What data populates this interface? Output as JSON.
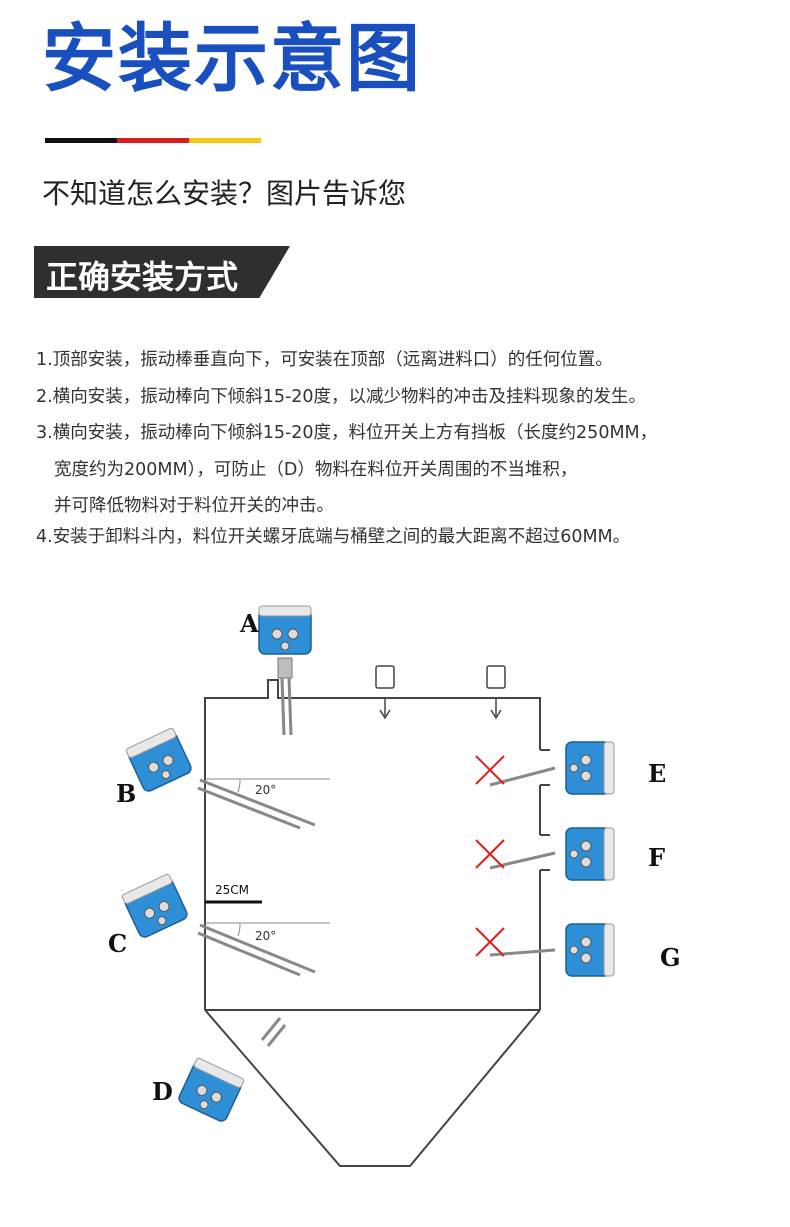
{
  "header": {
    "title": "安装示意图",
    "subtitle": "不知道怎么安装？图片告诉您",
    "rule_colors": [
      "#111111",
      "#d61f1f",
      "#f3c81a"
    ]
  },
  "section": {
    "banner": "正确安装方式"
  },
  "instructions": {
    "line1": "1.顶部安装，振动棒垂直向下，可安装在顶部（远离进料口）的任何位置。",
    "line2": "2.横向安装，振动棒向下倾斜15-20度，以减少物料的冲击及挂料现象的发生。",
    "line3a": "3.横向安装，振动棒向下倾斜15-20度，料位开关上方有挡板（长度约250MM，",
    "line3b": "宽度约为200MM），可防止（D）物料在料位开关周围的不当堆积，",
    "line3c": "并可降低物料对于料位开关的冲击。",
    "line4": "4.安装于卸料斗内，料位开关螺牙底端与桶壁之间的最大距离不超过60MM。"
  },
  "diagram": {
    "labels": [
      "A",
      "B",
      "C",
      "D",
      "E",
      "F",
      "G"
    ],
    "angle_b": "20°",
    "angle_c": "20°",
    "baffle": "25CM",
    "colors": {
      "sensor": "#2f8fd6",
      "cross": "#e02020",
      "outline": "#444444"
    }
  }
}
